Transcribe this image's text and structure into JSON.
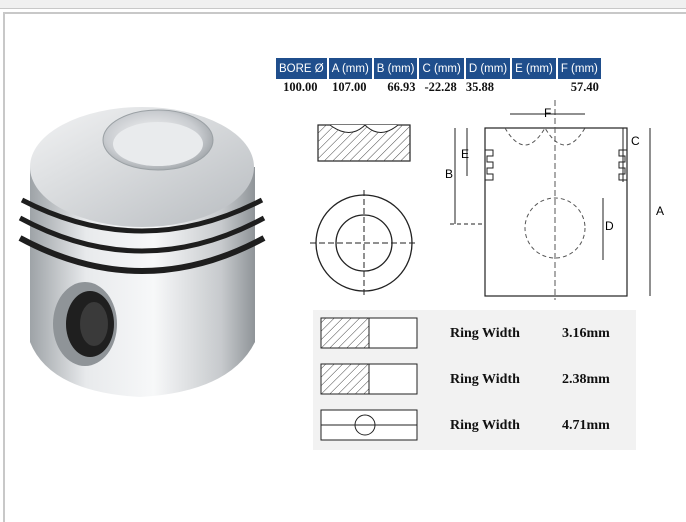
{
  "spec_table": {
    "headers": [
      "BORE Ø",
      "A (mm)",
      "B (mm)",
      "C (mm)",
      "D (mm)",
      "E (mm)",
      "F (mm)"
    ],
    "values": [
      "100.00",
      "107.00",
      "66.93",
      "-22.28",
      "35.88",
      "",
      "57.40"
    ]
  },
  "diagram": {
    "labels": {
      "A": "A",
      "B": "B",
      "C": "C",
      "D": "D",
      "E": "E",
      "F": "F"
    }
  },
  "rings": [
    {
      "label": "Ring Width",
      "value": "3.16mm"
    },
    {
      "label": "Ring Width",
      "value": "2.38mm"
    },
    {
      "label": "Ring Width",
      "value": "4.71mm"
    }
  ]
}
